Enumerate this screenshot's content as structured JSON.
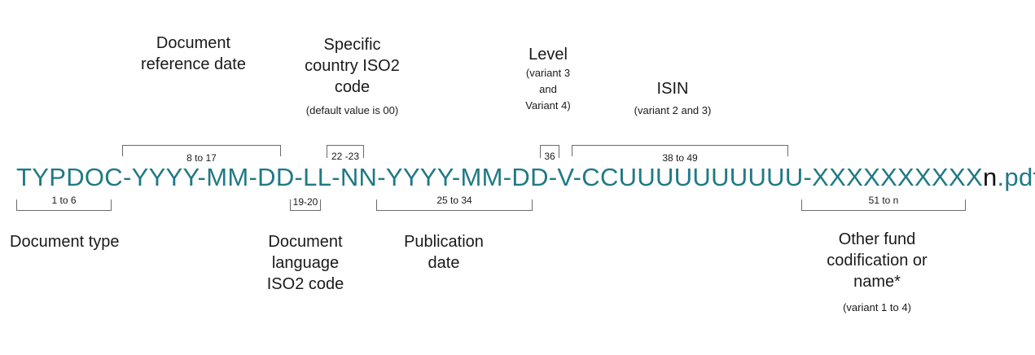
{
  "filename": {
    "pattern_main": "TYPDOC-YYYY-MM-DD-LL-NN-YYYY-MM-DD-V-CCUUUUUUUUUU-XXXXXXXXXX",
    "pattern_n": "n",
    "pattern_ext": ".pdf"
  },
  "labels": {
    "document_reference_date": [
      "Document",
      "reference date"
    ],
    "specific_country_code": [
      "Specific",
      "country ISO2",
      "code"
    ],
    "specific_country_note": "(default value is 00)",
    "level": "Level",
    "level_note": [
      "(variant 3",
      "and",
      "Variant 4)"
    ],
    "isin": "ISIN",
    "isin_note": "(variant 2 and 3)",
    "document_type": "Document type",
    "document_language": [
      "Document",
      "language",
      "ISO2 code"
    ],
    "publication_date": [
      "Publication",
      "date"
    ],
    "other_fund": [
      "Other fund",
      "codification or",
      "name*"
    ],
    "other_fund_note": "(variant 1 to 4)"
  },
  "ranges": {
    "r_1_6": "1 to 6",
    "r_8_17": "8 to 17",
    "r_19_20": "19-20",
    "r_22_23": "22 -23",
    "r_25_34": "25 to 34",
    "r_36": "36",
    "r_38_49": "38 to 49",
    "r_51_n": "51 to n"
  },
  "colors": {
    "filename_teal": "#1f7a84",
    "bracket_gray": "#6b6b6b"
  }
}
